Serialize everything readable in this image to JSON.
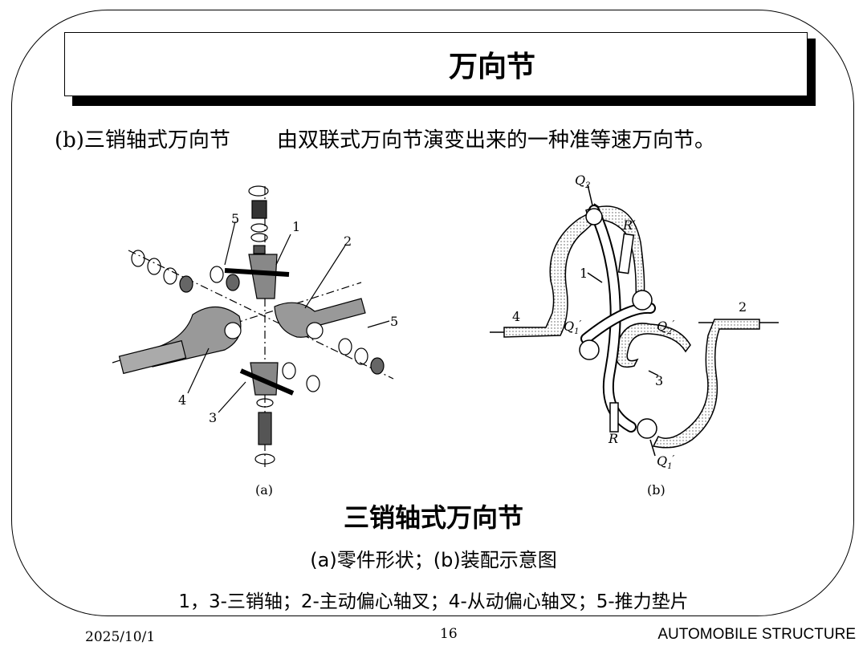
{
  "slide": {
    "title": "万向节",
    "heading_label": "(b)三销轴式万向节",
    "heading_desc": "由双联式万向节演变出来的一种准等速万向节。",
    "caption_title": "三销轴式万向节",
    "caption_sub": "(a)零件形状；(b)装配示意图",
    "caption_legend": "1，3-三销轴；2-主动偏心轴叉；4-从动偏心轴叉；5-推力垫片"
  },
  "figure_a": {
    "label": "(a)",
    "callouts": [
      "1",
      "2",
      "3",
      "4",
      "5",
      "5"
    ]
  },
  "figure_b": {
    "label": "(b)",
    "callouts": [
      "1",
      "2",
      "3",
      "4"
    ],
    "point_labels": [
      "Q",
      "2",
      "R",
      "′",
      "Q",
      "1",
      "′",
      "Q",
      "2",
      "′",
      "R",
      "Q",
      "1",
      "′"
    ]
  },
  "footer": {
    "date": "2025/10/1",
    "page": "16",
    "course": "AUTOMOBILE STRUCTURE"
  }
}
